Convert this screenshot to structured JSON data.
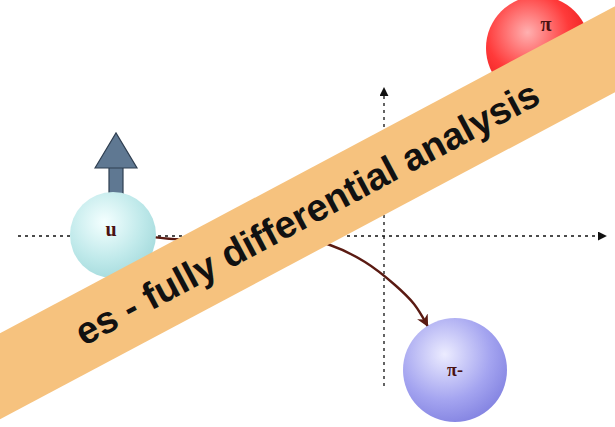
{
  "diagram": {
    "nodes": [
      {
        "text": [
          "π"
        ]
      },
      {
        "text": [
          "u"
        ]
      },
      {
        "text": [
          "π-"
        ]
      }
    ],
    "edges": [
      {
        "from": 1,
        "to": 2,
        "arrow": "to"
      }
    ],
    "labels": [
      "es - fully differential analysis"
    ]
  }
}
